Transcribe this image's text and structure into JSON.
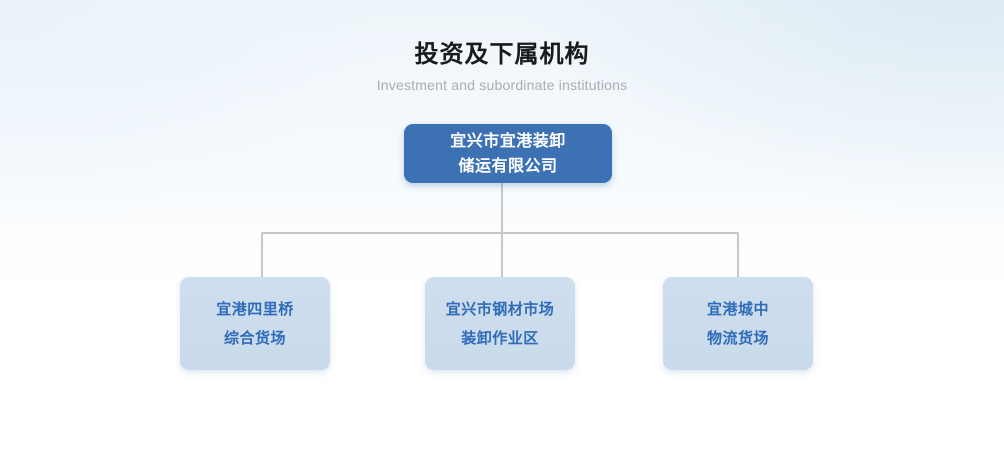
{
  "header": {
    "title": "投资及下属机构",
    "subtitle": "Investment and subordinate institutions"
  },
  "org_chart": {
    "root": {
      "name": "宜兴市宜港装卸储运有限公司",
      "line1": "宜兴市宜港装卸",
      "line2": "储运有限公司"
    },
    "children": [
      {
        "name": "宜港四里桥综合货场",
        "line1": "宜港四里桥",
        "line2": "综合货场"
      },
      {
        "name": "宜兴市钢材市场装卸作业区",
        "line1": "宜兴市钢材市场",
        "line2": "装卸作业区"
      },
      {
        "name": "宜港城中物流货场",
        "line1": "宜港城中",
        "line2": "物流货场"
      }
    ]
  },
  "colors": {
    "root_fill": "#3c71b4",
    "root_text": "#ffffff",
    "child_fill": "#ccdced",
    "child_text": "#2e6bb8",
    "connector": "#c7c7c7",
    "title_text": "#1a1a1a",
    "subtitle_text": "#a8adb3",
    "background_top": "#eef5fa",
    "background_bottom": "#ffffff"
  }
}
